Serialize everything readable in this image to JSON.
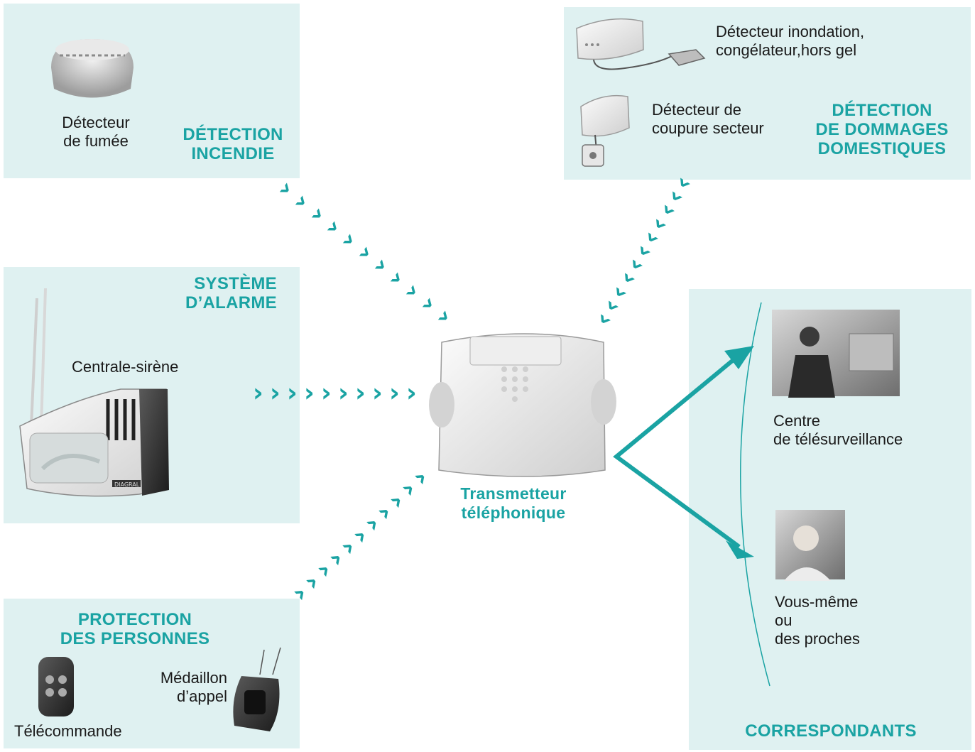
{
  "panels": {
    "fire": {
      "title": "DÉTECTION\nINCENDIE",
      "smoke_detector_label": "Détecteur\nde fumée"
    },
    "damage": {
      "title": "DÉTECTION\nDE DOMMAGES\nDOMESTIQUES",
      "flood_label": "Détecteur inondation,\ncongélateur,hors gel",
      "power_label": "Détecteur de\ncoupure secteur"
    },
    "alarm": {
      "title": "SYSTÈME\nD’ALARME",
      "siren_label": "Centrale-sirène",
      "brand": "DIAGRAL"
    },
    "protection": {
      "title": "PROTECTION\nDES PERSONNES",
      "medallion_label": "Médaillon\nd’appel",
      "remote_label": "Télécommande"
    },
    "correspondents": {
      "title": "CORRESPONDANTS",
      "monitoring_label": "Centre\nde télésurveillance",
      "self_label": "Vous-même\nou\ndes proches"
    }
  },
  "center": {
    "label": "Transmetteur\ntéléphonique"
  },
  "colors": {
    "accent": "#1aa3a3",
    "panel_bg": "#dff1f1"
  }
}
